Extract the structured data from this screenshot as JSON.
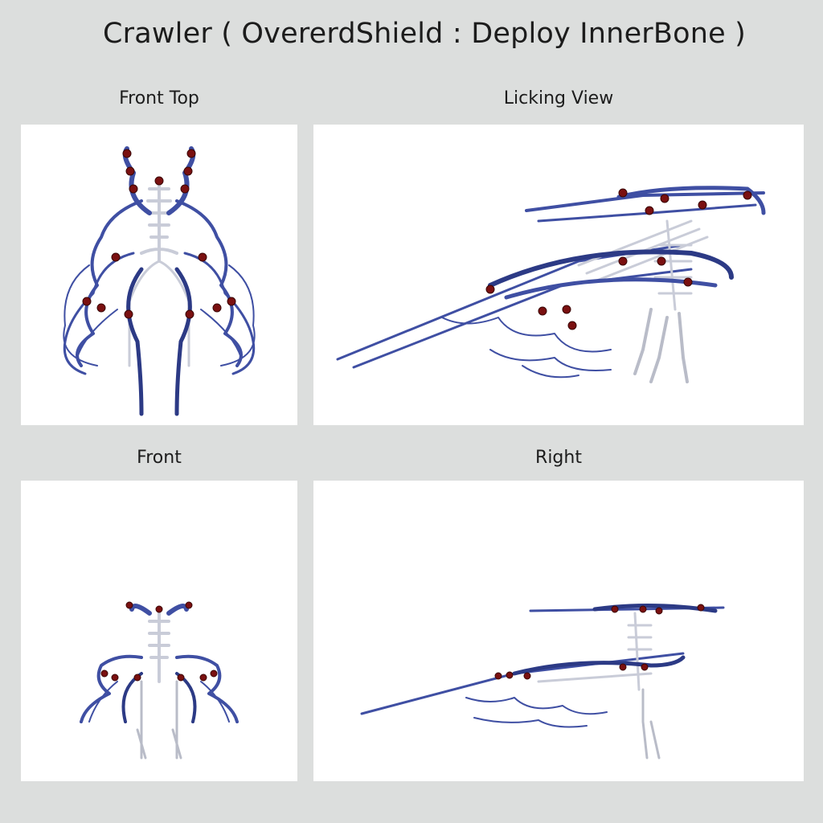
{
  "page": {
    "title": "Crawler ( OvererdShield : Deploy InnerBone )"
  },
  "views": {
    "front_top": {
      "label": "Front Top"
    },
    "licking": {
      "label": "Licking View"
    },
    "front": {
      "label": "Front"
    },
    "right": {
      "label": "Right"
    }
  },
  "colors": {
    "background": "#dcdedd",
    "panel": "#ffffff",
    "armor": "#3f4fa3",
    "armor_dark": "#2c3a85",
    "bone": "#c9ccd8",
    "orb": "#7a1010",
    "text": "#1c1c1c"
  },
  "icons": {
    "subject": "crawler-mech-render"
  }
}
